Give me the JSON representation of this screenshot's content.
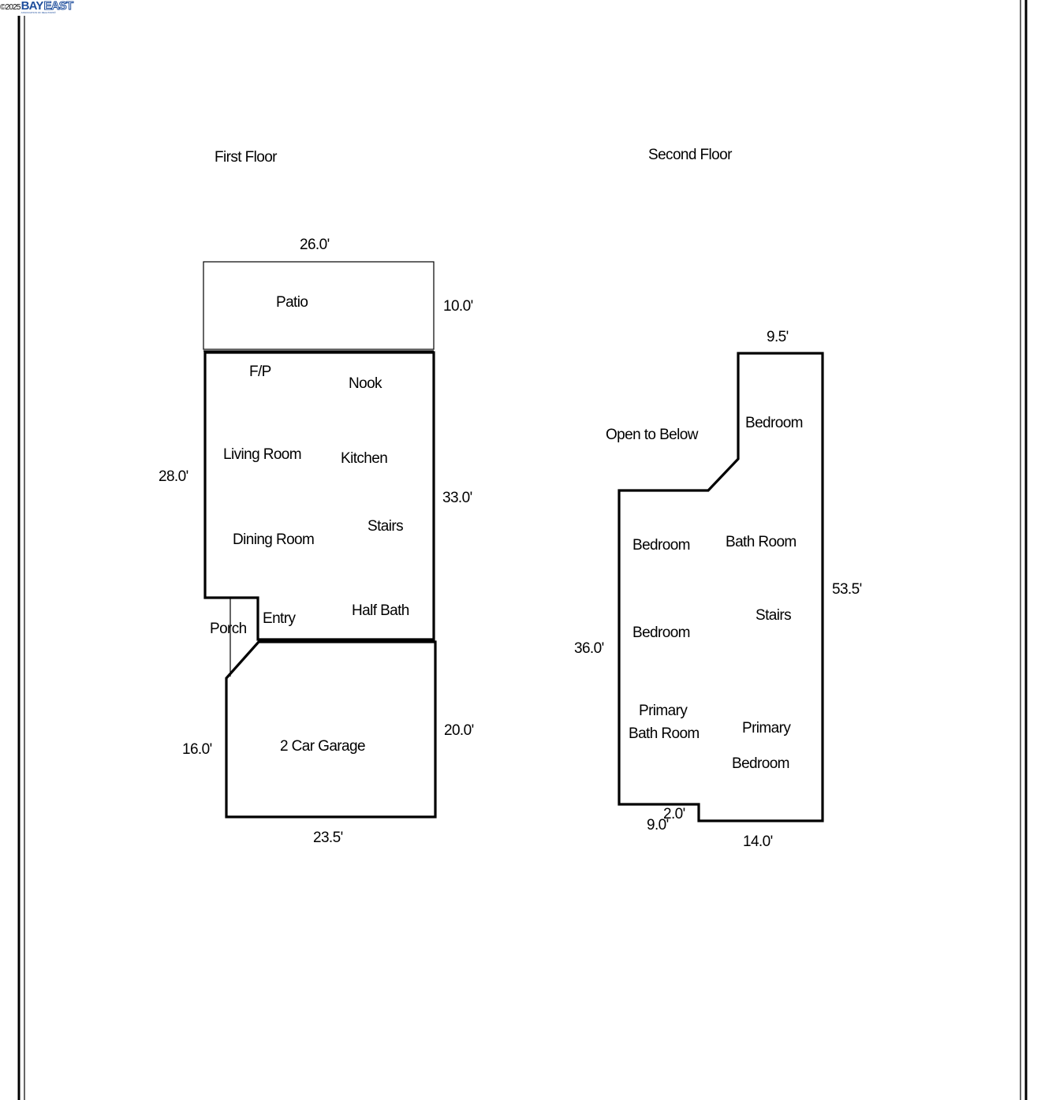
{
  "watermark": {
    "copyright": "©2025",
    "brand_a": "BAY",
    "brand_b": "EAST",
    "tagline": "ASSOCIATION OF REALTORS®",
    "brand_color": "#1f4e9c"
  },
  "first_floor": {
    "title": "First Floor",
    "rooms": {
      "patio": "Patio",
      "fp": "F/P",
      "nook": "Nook",
      "living_room": "Living Room",
      "kitchen": "Kitchen",
      "dining_room": "Dining Room",
      "stairs": "Stairs",
      "entry": "Entry",
      "half_bath": "Half Bath",
      "porch": "Porch",
      "garage": "2 Car Garage"
    },
    "dimensions": {
      "patio_width": "26.0'",
      "patio_depth": "10.0'",
      "left_side": "28.0'",
      "right_side": "33.0'",
      "garage_right": "20.0'",
      "garage_left": "16.0'",
      "garage_width": "23.5'"
    }
  },
  "second_floor": {
    "title": "Second Floor",
    "rooms": {
      "open_to_below": "Open to Below",
      "bedroom_top": "Bedroom",
      "bedroom_1": "Bedroom",
      "bath_room": "Bath Room",
      "bedroom_2": "Bedroom",
      "stairs": "Stairs",
      "primary_bath_line1": "Primary",
      "primary_bath_line2": "Bath Room",
      "primary_bedroom_line1": "Primary",
      "primary_bedroom_line2": "Bedroom"
    },
    "dimensions": {
      "top_width": "9.5'",
      "right_side": "53.5'",
      "left_side": "36.0'",
      "notch_depth": "2.0'",
      "bottom_left": "9.0'",
      "bottom_right": "14.0'"
    }
  }
}
